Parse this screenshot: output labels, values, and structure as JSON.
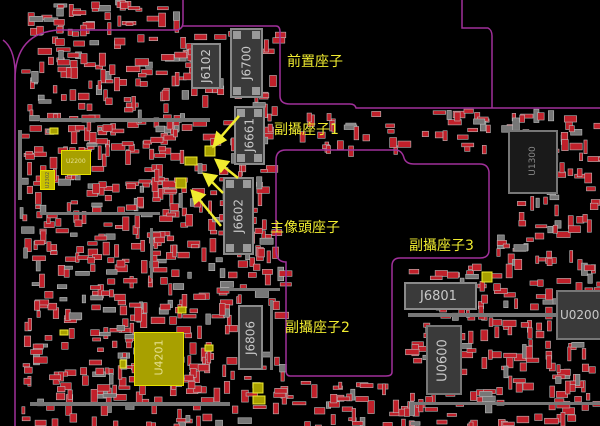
{
  "annotations": {
    "front_connector": "前置座子",
    "sub_camera_1": "副攝座子1",
    "main_camera": "主像頭座子",
    "sub_camera_2": "副攝座子2",
    "sub_camera_3": "副攝座子3"
  },
  "components": {
    "j6102": "J6102",
    "j6700": "J6700",
    "j6661": "J6661",
    "j6602": "J6602",
    "j6806": "J6806",
    "j6801": "J6801",
    "u0600": "U0600",
    "u1300": "U1300",
    "u0200": "U0200",
    "u2200": "U2200",
    "u2302": "U2302",
    "u4201": "U4201"
  },
  "colors": {
    "outline": "#a0309a",
    "annotation": "#f0ec30",
    "highlight": "#a8a000",
    "part": "#c0202a",
    "connector": "#8a8a8a"
  }
}
